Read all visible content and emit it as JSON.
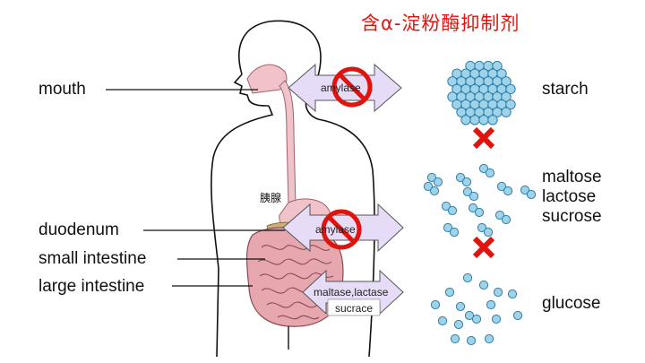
{
  "title": "含α-淀粉酶抑制剂",
  "left_labels": {
    "mouth": "mouth",
    "duodenum": "duodenum",
    "small_intestine": "small intestine",
    "large_intestine": "large intestine"
  },
  "right_labels": {
    "starch": "starch",
    "disaccharides": [
      "maltose",
      "lactose",
      "sucrose"
    ],
    "glucose": "glucose"
  },
  "organ_label": "胰腺",
  "enzyme_labels": {
    "upper": "amylase",
    "middle": "amylase",
    "lower_line1": "maltase,lactase",
    "lower_line2": "sucrace"
  },
  "colors": {
    "title": "#e0140e",
    "arrow_fill": "#e6dcf7",
    "arrow_stroke": "#555555",
    "prohibit": "#e0140e",
    "starch_bead": "#9fd3ea",
    "starch_bead_edge": "#2f7fa8",
    "digestive_tract": "#f0c2ca",
    "intestine": "#e6a7ae",
    "cross_mark": "#e0140e"
  },
  "icons": [
    "prohibit-icon",
    "cross-mark-icon"
  ]
}
